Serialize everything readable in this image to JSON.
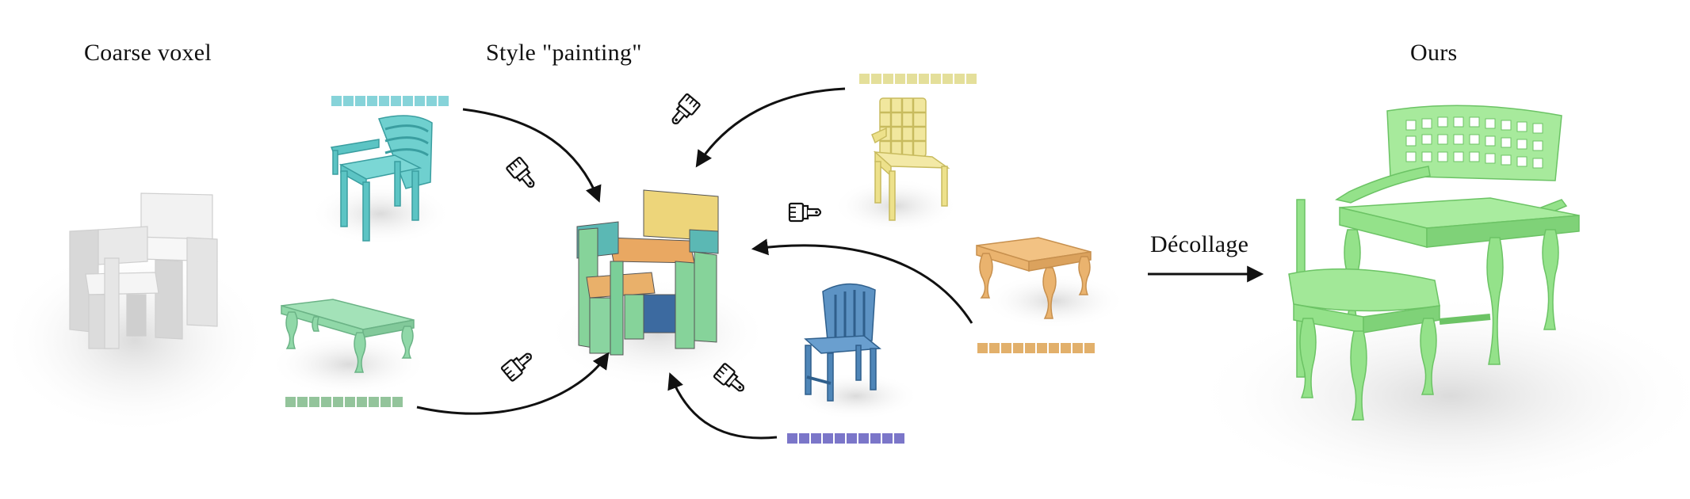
{
  "labels": {
    "coarse_voxel": "Coarse voxel",
    "style_painting": "Style \"painting\"",
    "decollage": "Décollage",
    "ours": "Ours"
  },
  "styles": [
    {
      "name": "chair-cyan",
      "color": "#86d3d9"
    },
    {
      "name": "chair-yellow",
      "color": "#e4df9a"
    },
    {
      "name": "bench-green",
      "color": "#93c49b"
    },
    {
      "name": "table-orange",
      "color": "#e2b06b"
    },
    {
      "name": "chair-blue",
      "color": "#7b76c9"
    }
  ],
  "colors": {
    "voxel": "#e9e9e9",
    "cyan": "#5cc4c4",
    "yellow": "#ede18b",
    "green": "#8fd6a1",
    "orange": "#e8b06a",
    "blue": "#4f86b8",
    "result": "#93e58b"
  },
  "icons": [
    "brush-icon"
  ]
}
